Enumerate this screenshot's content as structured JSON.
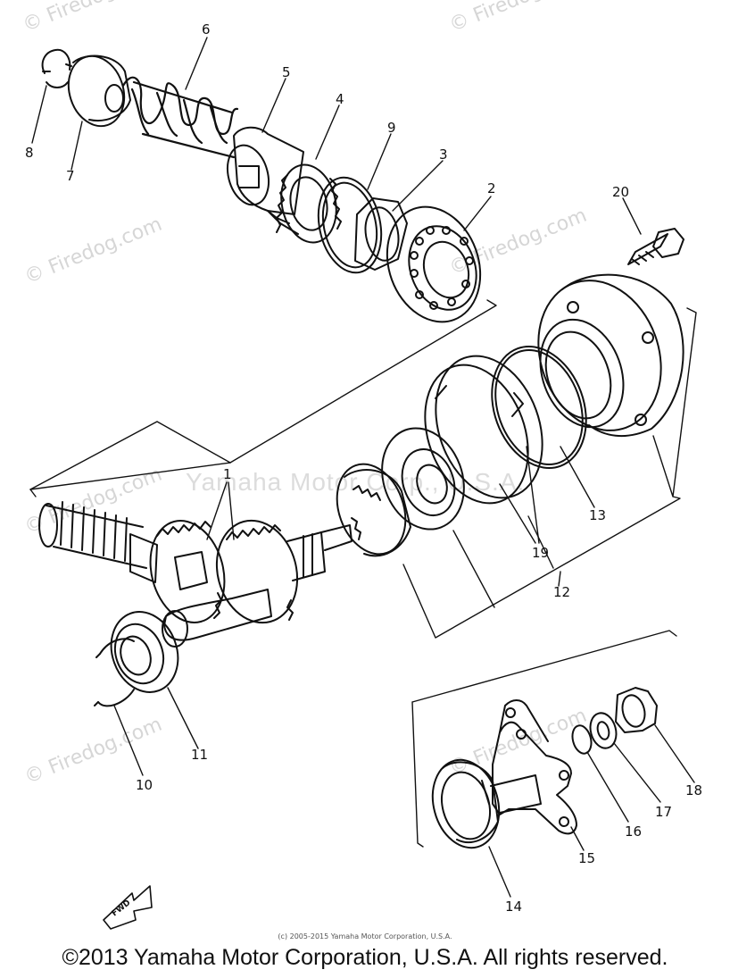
{
  "watermarks": {
    "site": "© Firedog.com",
    "main": "Yamaha Motor Corp., U.S.A."
  },
  "callouts": {
    "c1": "1",
    "c2": "2",
    "c3": "3",
    "c4": "4",
    "c5": "5",
    "c6": "6",
    "c7": "7",
    "c8": "8",
    "c9": "9",
    "c10": "10",
    "c11": "11",
    "c12": "12",
    "c13": "13",
    "c14": "14",
    "c15": "15",
    "c16": "16",
    "c17": "17",
    "c18": "18",
    "c19": "19",
    "c20": "20"
  },
  "fwd_label": "FWD",
  "footer": {
    "small_credit": "(c) 2005-2015 Yamaha Motor Corporation, U.S.A.",
    "copyright": "©2013 Yamaha Motor Corporation, U.S.A. All rights reserved."
  },
  "colors": {
    "line": "#111111",
    "watermark": "#d6d6d6",
    "background": "#ffffff"
  }
}
